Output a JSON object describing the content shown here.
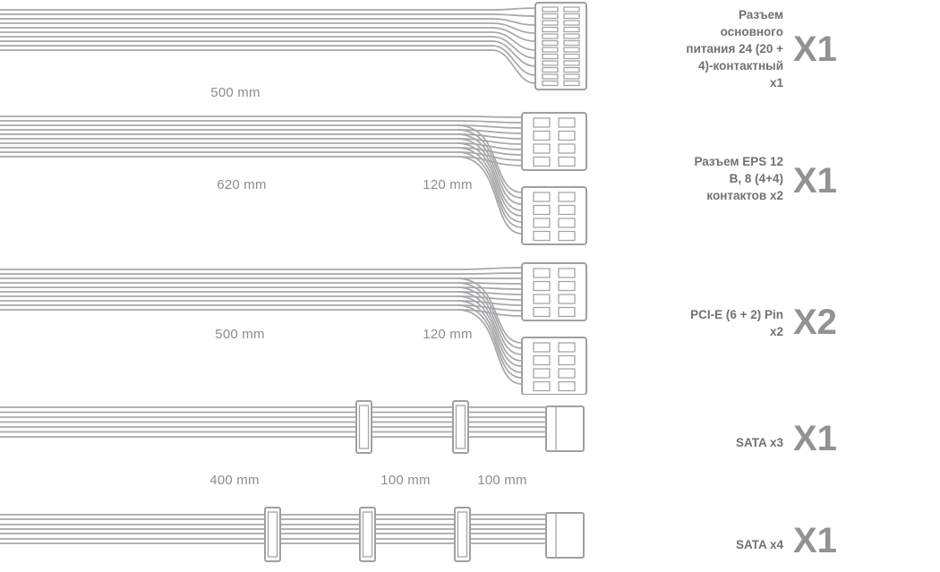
{
  "colors": {
    "background": "#ffffff",
    "wire": "#a8a8ac",
    "connector_outline": "#9da0a4",
    "measurement_text": "#8d8d91",
    "label_text": "#717175",
    "quantity_text": "#929296"
  },
  "rows": [
    {
      "connector_type": "24-pin-atx-main-power",
      "label": "Разъем\nосновного\nпитания 24 (20 +\n4)-контактный\nx1",
      "quantity": "X1",
      "measurements": [
        "500 mm"
      ]
    },
    {
      "connector_type": "8-pin-eps-12v",
      "label": "Разъем EPS 12\nВ, 8 (4+4)\nконтактов x2",
      "quantity": "X1",
      "measurements": [
        "620 mm",
        "120 mm"
      ]
    },
    {
      "connector_type": "pcie-6plus2-pin",
      "label": "PCI-E (6 + 2) Pin\nx2",
      "quantity": "X2",
      "measurements": [
        "500 mm",
        "120 mm"
      ]
    },
    {
      "connector_type": "sata-x3",
      "label": "SATA x3",
      "quantity": "X1",
      "measurements": [
        "400 mm",
        "100 mm",
        "100 mm"
      ]
    },
    {
      "connector_type": "sata-x4",
      "label": "SATA x4",
      "quantity": "X1",
      "measurements": []
    }
  ]
}
